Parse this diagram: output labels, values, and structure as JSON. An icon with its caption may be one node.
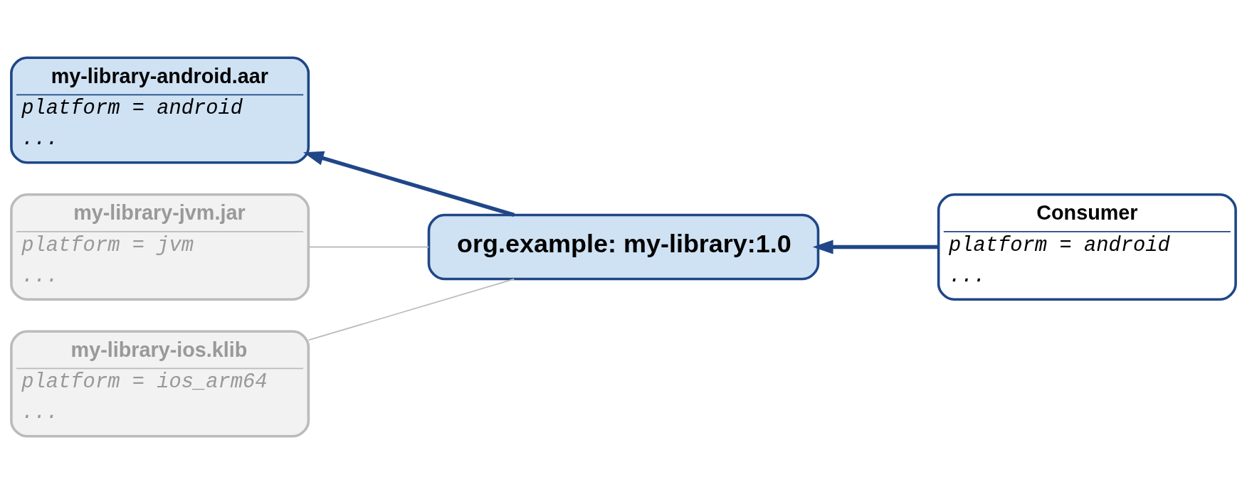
{
  "diagram": {
    "nodes": [
      {
        "text": [
          "my-library-android.aar",
          "platform = android",
          "..."
        ]
      },
      {
        "text": [
          "my-library-jvm.jar",
          "platform = jvm",
          "..."
        ]
      },
      {
        "text": [
          "my-library-ios.klib",
          "platform = ios_arm64",
          "..."
        ]
      },
      {
        "text": [
          "org.example: my-library:1.0"
        ]
      },
      {
        "text": [
          "Consumer",
          "platform = android",
          "..."
        ]
      }
    ],
    "edges": [
      {
        "from": 3,
        "to": 0,
        "arrow": "to",
        "style": "thick",
        "color": "#1f4788"
      },
      {
        "from": 3,
        "to": 1,
        "arrow": "none",
        "color": "#bbbbbb"
      },
      {
        "from": 3,
        "to": 2,
        "arrow": "none",
        "color": "#bbbbbb"
      },
      {
        "from": 4,
        "to": 3,
        "arrow": "to",
        "style": "thick",
        "color": "#1f4788"
      }
    ]
  }
}
